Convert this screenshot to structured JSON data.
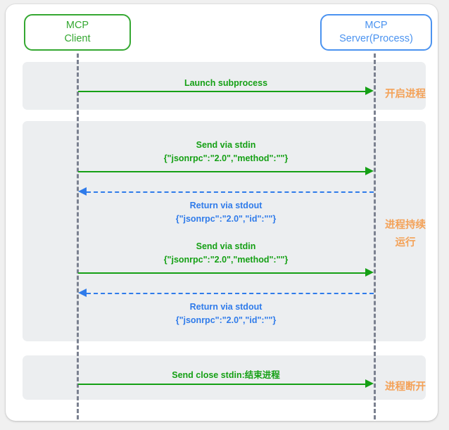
{
  "diagram": {
    "type": "sequence-diagram",
    "title": "MCP stdio transport sequence",
    "colors": {
      "client": "#35a832",
      "server": "#4b93f0",
      "request": "#15a015",
      "response": "#2f7bea",
      "annotation": "#f4a258",
      "band": "#eceef0",
      "lifeline": "#7b8190",
      "page_background": "#f0f0f0",
      "card_background": "#ffffff"
    },
    "participants": [
      {
        "id": "client",
        "line1": "MCP",
        "line2": "Client"
      },
      {
        "id": "server",
        "line1": "MCP",
        "line2": "Server(Process)"
      }
    ],
    "phases": [
      {
        "id": "launch",
        "note": "开启进程"
      },
      {
        "id": "running",
        "note_line1": "进程持续",
        "note_line2": "运行"
      },
      {
        "id": "close",
        "note": "进程断开"
      }
    ],
    "messages": [
      {
        "id": "launch-subprocess",
        "direction": "client-to-server",
        "style": "solid",
        "color": "request",
        "line1": "Launch subprocess",
        "line2": ""
      },
      {
        "id": "send-stdin-1",
        "direction": "client-to-server",
        "style": "solid",
        "color": "request",
        "line1": "Send via stdin",
        "line2": "{\"jsonrpc\":\"2.0\",\"method\":\"\"}"
      },
      {
        "id": "return-stdout-1",
        "direction": "server-to-client",
        "style": "dashed",
        "color": "response",
        "line1": "Return via stdout",
        "line2": "{\"jsonrpc\":\"2.0\",\"id\":\"\"}"
      },
      {
        "id": "send-stdin-2",
        "direction": "client-to-server",
        "style": "solid",
        "color": "request",
        "line1": "Send via stdin",
        "line2": "{\"jsonrpc\":\"2.0\",\"method\":\"\"}"
      },
      {
        "id": "return-stdout-2",
        "direction": "server-to-client",
        "style": "dashed",
        "color": "response",
        "line1": "Return via stdout",
        "line2": "{\"jsonrpc\":\"2.0\",\"id\":\"\"}"
      },
      {
        "id": "send-close-stdin",
        "direction": "client-to-server",
        "style": "solid",
        "color": "request",
        "line1": "Send close stdin:结束进程",
        "line2": ""
      }
    ]
  }
}
